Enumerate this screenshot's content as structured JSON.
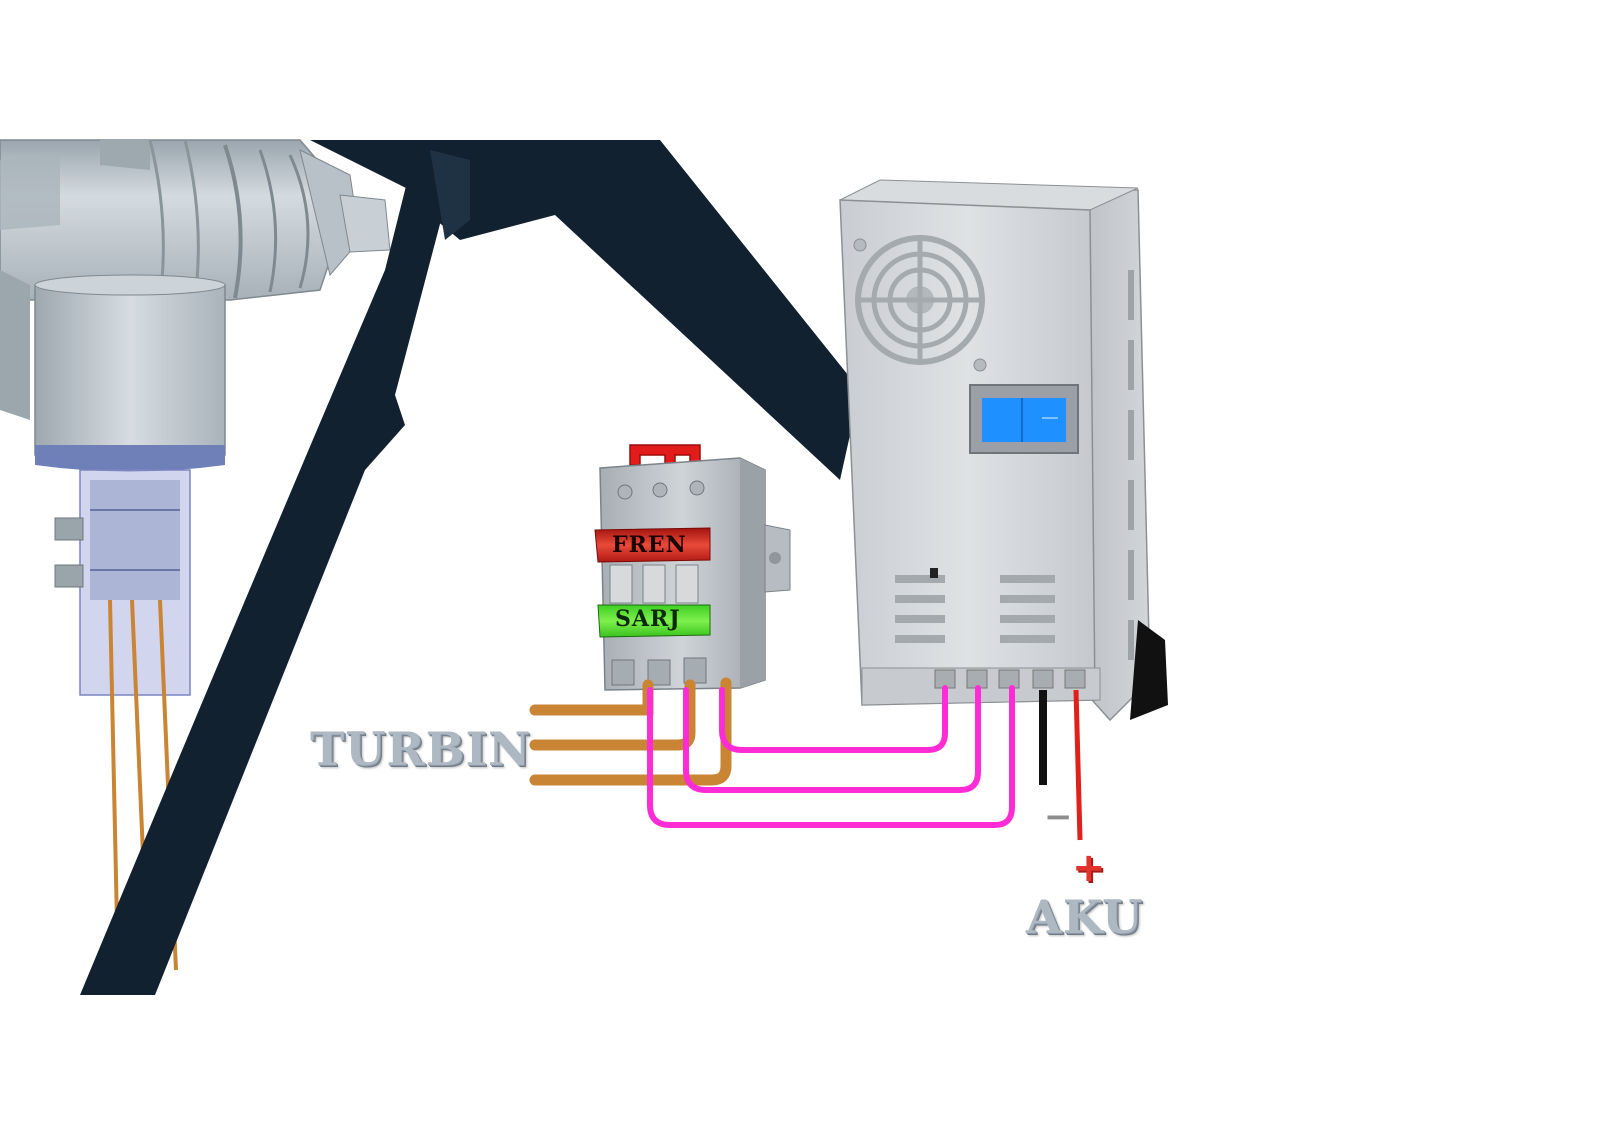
{
  "labels": {
    "turbin": "TURBIN",
    "aku": "AKU",
    "fren": "FREN",
    "sarj": "SARJ",
    "minus": "−",
    "plus": "+"
  },
  "colors": {
    "turbine_body": "#c3cbd1",
    "turbine_shadow": "#8e989f",
    "blade": "#12212f",
    "phase_wire": "#c98434",
    "control_wire": "#ff2cd6",
    "battery_negative": "#111111",
    "battery_positive": "#e0201b",
    "fren_band": "#e33b2e",
    "sarj_band": "#5fe22f",
    "display": "#1e90ff",
    "switch_handle": "#e21b1b"
  }
}
